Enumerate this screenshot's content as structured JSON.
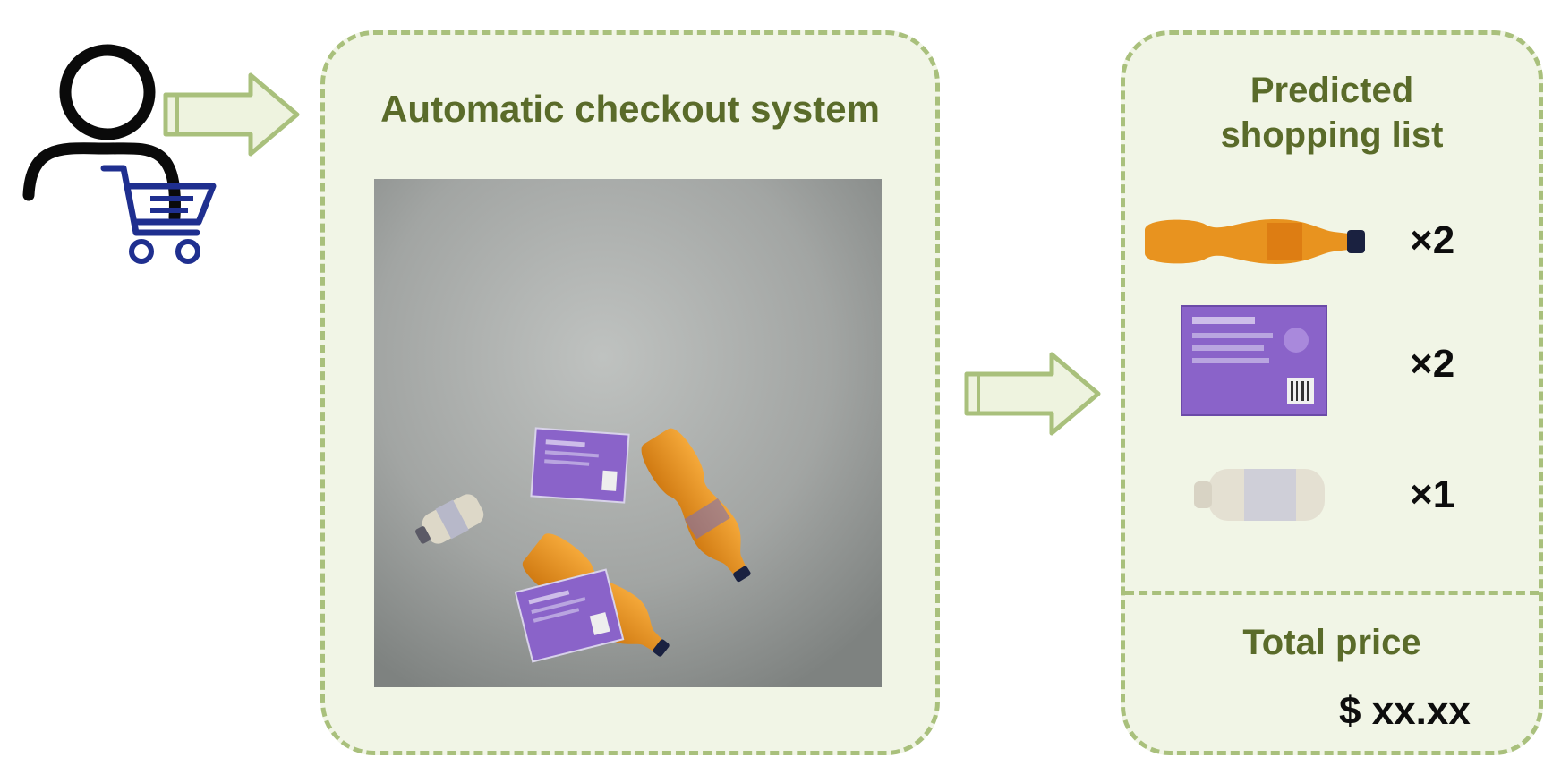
{
  "center_panel": {
    "title": "Automatic checkout system",
    "photo": {
      "items": [
        {
          "name": "bottle",
          "count": 2
        },
        {
          "name": "box",
          "count": 2
        },
        {
          "name": "small-bottle",
          "count": 1
        }
      ]
    }
  },
  "right_panel": {
    "title_line1": "Predicted",
    "title_line2": "shopping list",
    "items": [
      {
        "icon": "orange-bottle",
        "qty": "×2"
      },
      {
        "icon": "purple-box",
        "qty": "×2"
      },
      {
        "icon": "white-bottle",
        "qty": "×1"
      }
    ],
    "total_label": "Total price",
    "total_value": "$ xx.xx"
  },
  "colors": {
    "panel_fill": "#f1f5e6",
    "panel_border": "#a9c07c",
    "title_text": "#5a6b2a",
    "arrow_fill": "#eef3df",
    "arrow_stroke": "#a9c07c",
    "cart": "#1f2f8f",
    "bottle": "#e8931f",
    "box": "#8a63c9"
  }
}
